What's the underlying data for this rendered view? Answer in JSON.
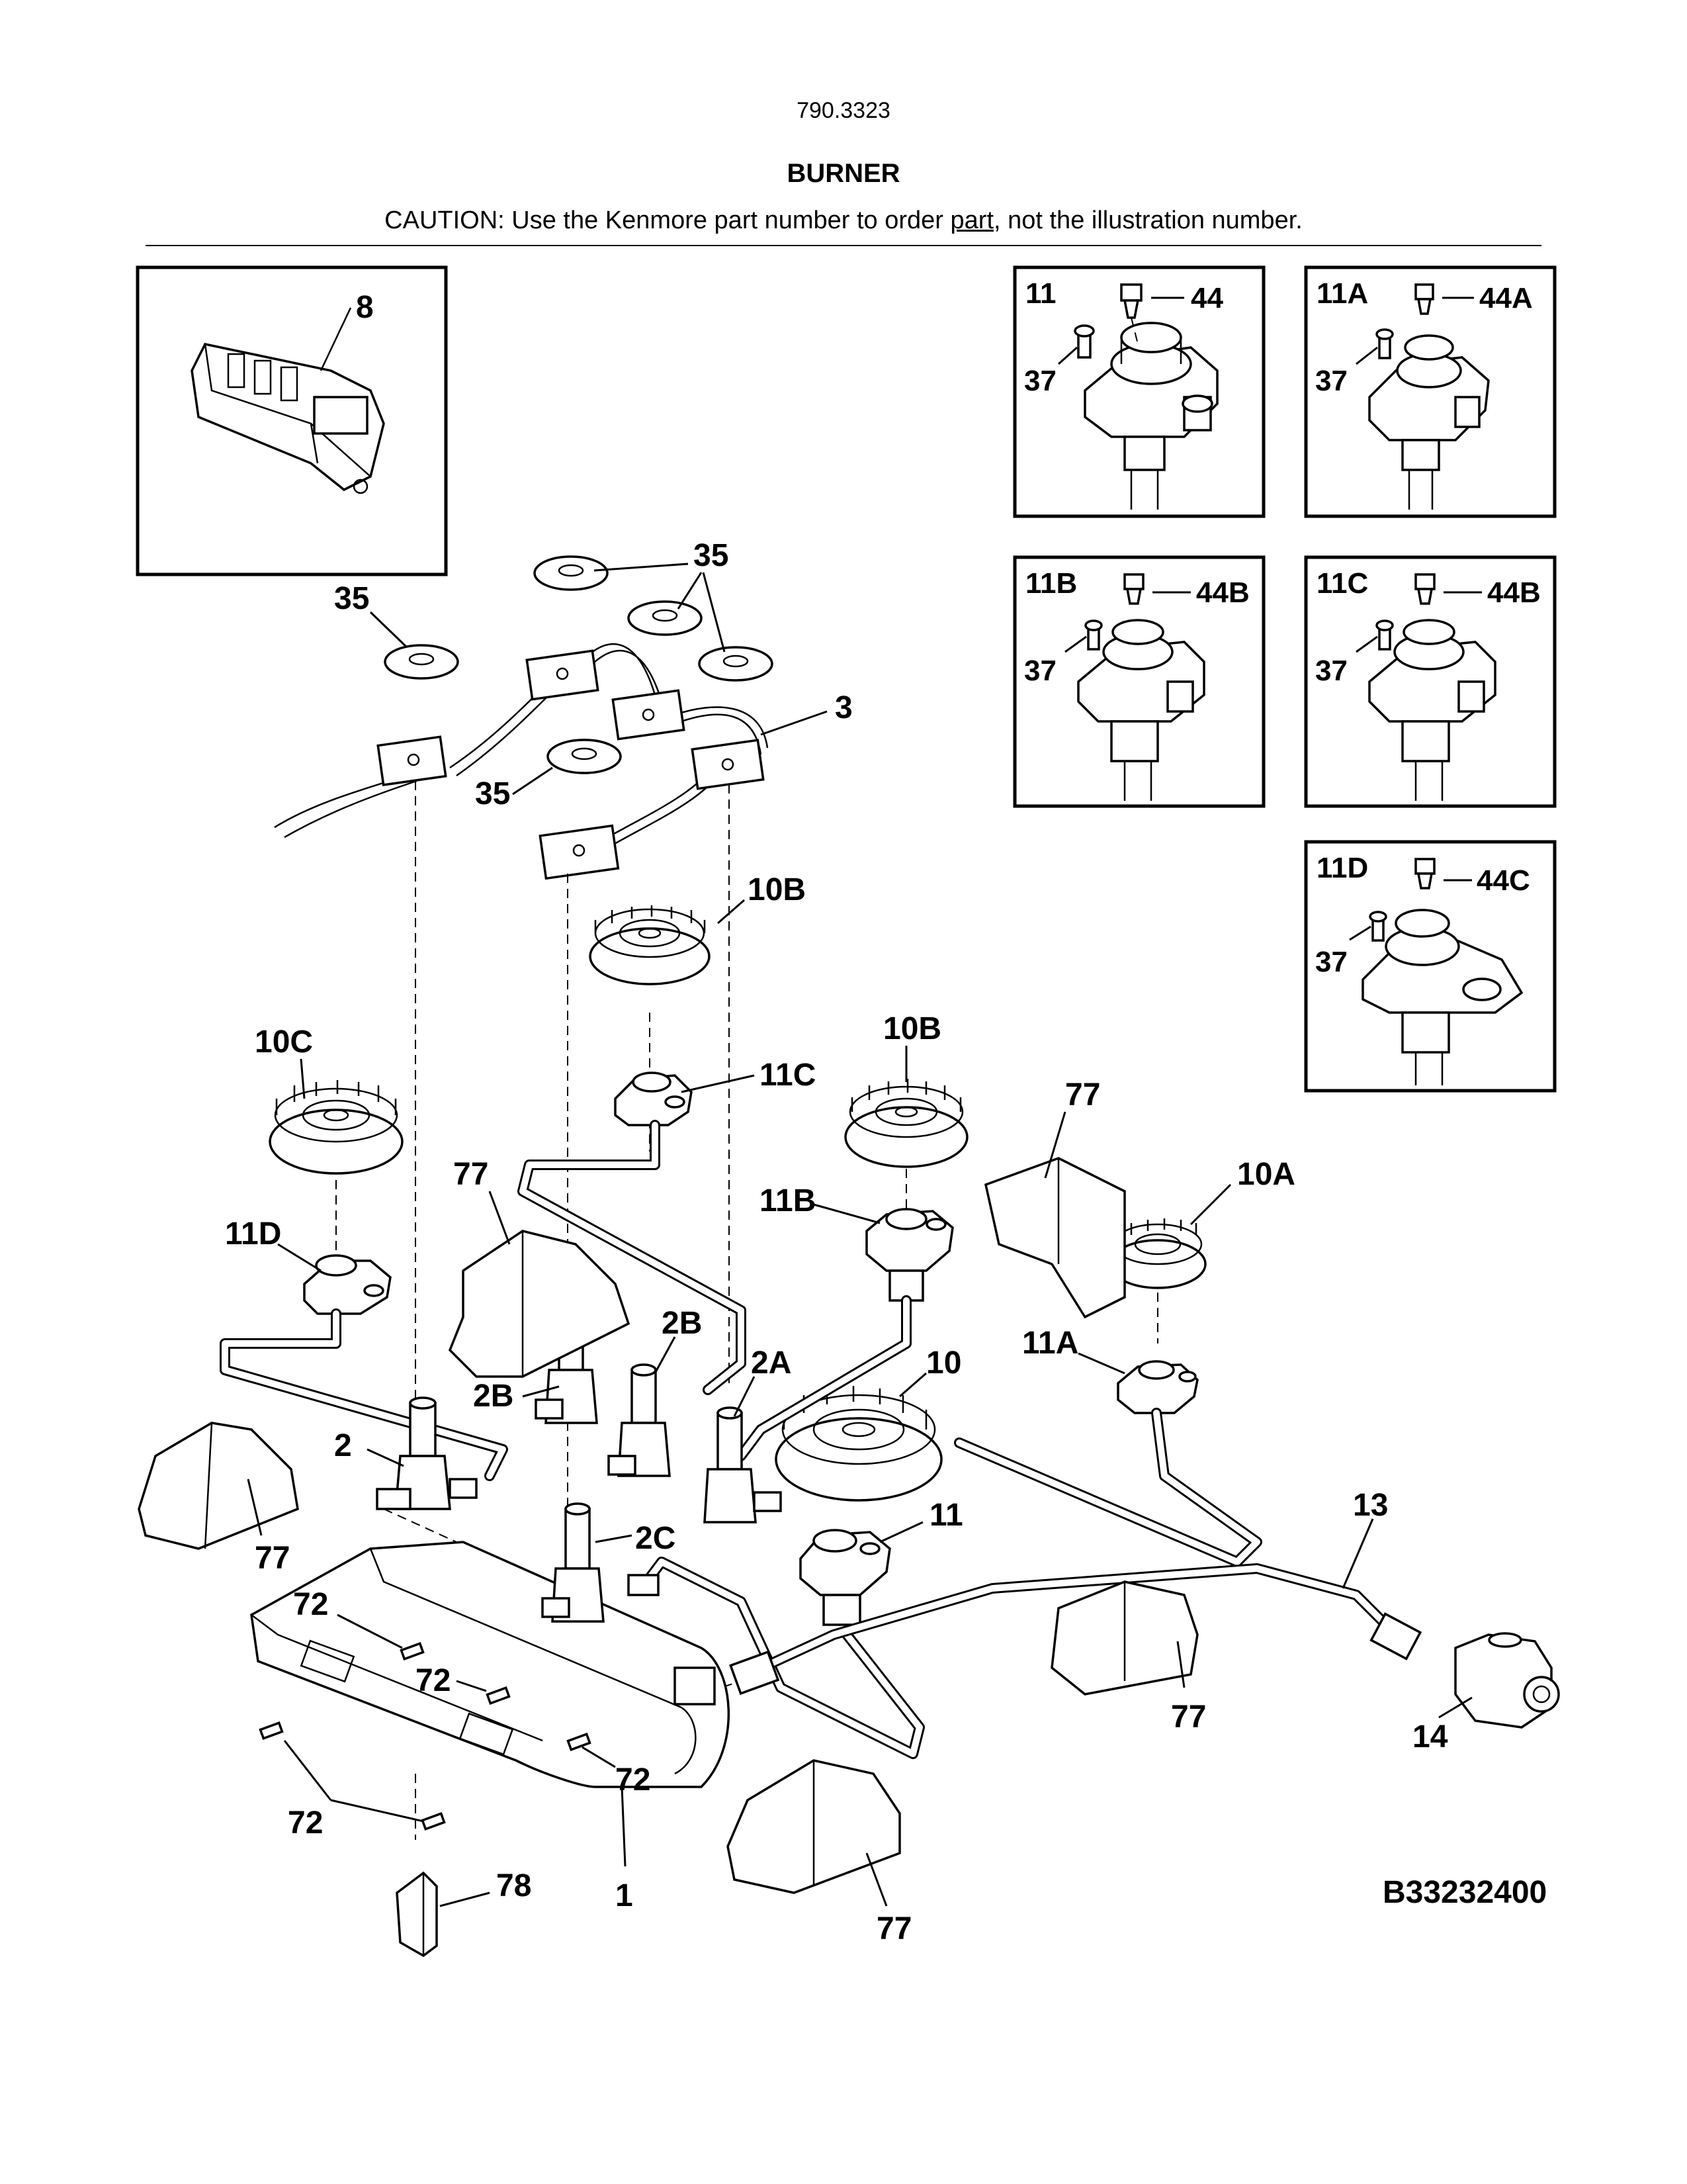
{
  "header": {
    "model": "790.3323",
    "title": "BURNER",
    "caution_prefix": "CAUTION: Use the Kenmore part number to order ",
    "caution_link": "part",
    "caution_suffix": ", not the illustration number."
  },
  "diagram_id": "B33232400",
  "inset_boxes": {
    "ignitor": {
      "label": "8"
    },
    "valve_11": {
      "title": "11",
      "cap": "44",
      "screw": "37"
    },
    "valve_11a": {
      "title": "11A",
      "cap": "44A",
      "screw": "37"
    },
    "valve_11b": {
      "title": "11B",
      "cap": "44B",
      "screw": "37"
    },
    "valve_11c": {
      "title": "11C",
      "cap": "44B",
      "screw": "37"
    },
    "valve_11d": {
      "title": "11D",
      "cap": "44C",
      "screw": "37"
    }
  },
  "callouts": {
    "c35a": "35",
    "c35b": "35",
    "c35c": "35",
    "c3": "3",
    "c10b_top": "10B",
    "c10b_mid": "10B",
    "c10c": "10C",
    "c10a": "10A",
    "c10": "10",
    "c11c": "11C",
    "c11b": "11B",
    "c11d": "11D",
    "c11a": "11A",
    "c11": "11",
    "c77_mid": "77",
    "c77_right_top": "77",
    "c77_left": "77",
    "c77_right_bottom": "77",
    "c77_bottom": "77",
    "c2": "2",
    "c2b_left": "2B",
    "c2b_right": "2B",
    "c2a": "2A",
    "c2c": "2C",
    "c72_a": "72",
    "c72_b": "72",
    "c72_c": "72",
    "c72_d": "72",
    "c13": "13",
    "c14": "14",
    "c78": "78",
    "c1": "1"
  }
}
